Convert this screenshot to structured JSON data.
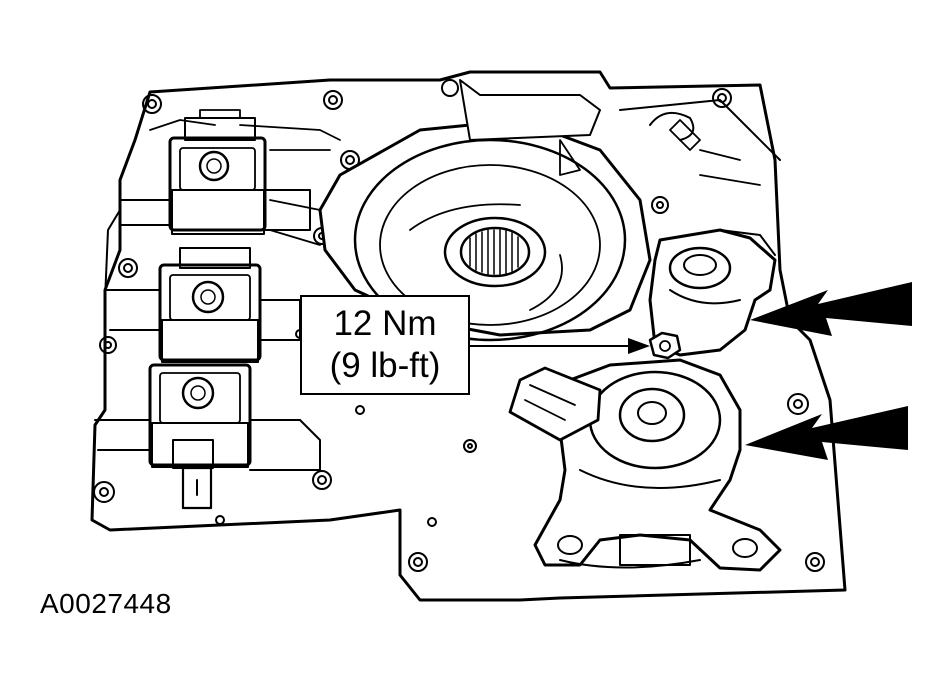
{
  "callout": {
    "torque_metric": "12 Nm",
    "torque_imperial": "(9 lb-ft)"
  },
  "figure": {
    "id": "A0027448"
  },
  "colors": {
    "line": "#000000",
    "fill": "#ffffff"
  }
}
